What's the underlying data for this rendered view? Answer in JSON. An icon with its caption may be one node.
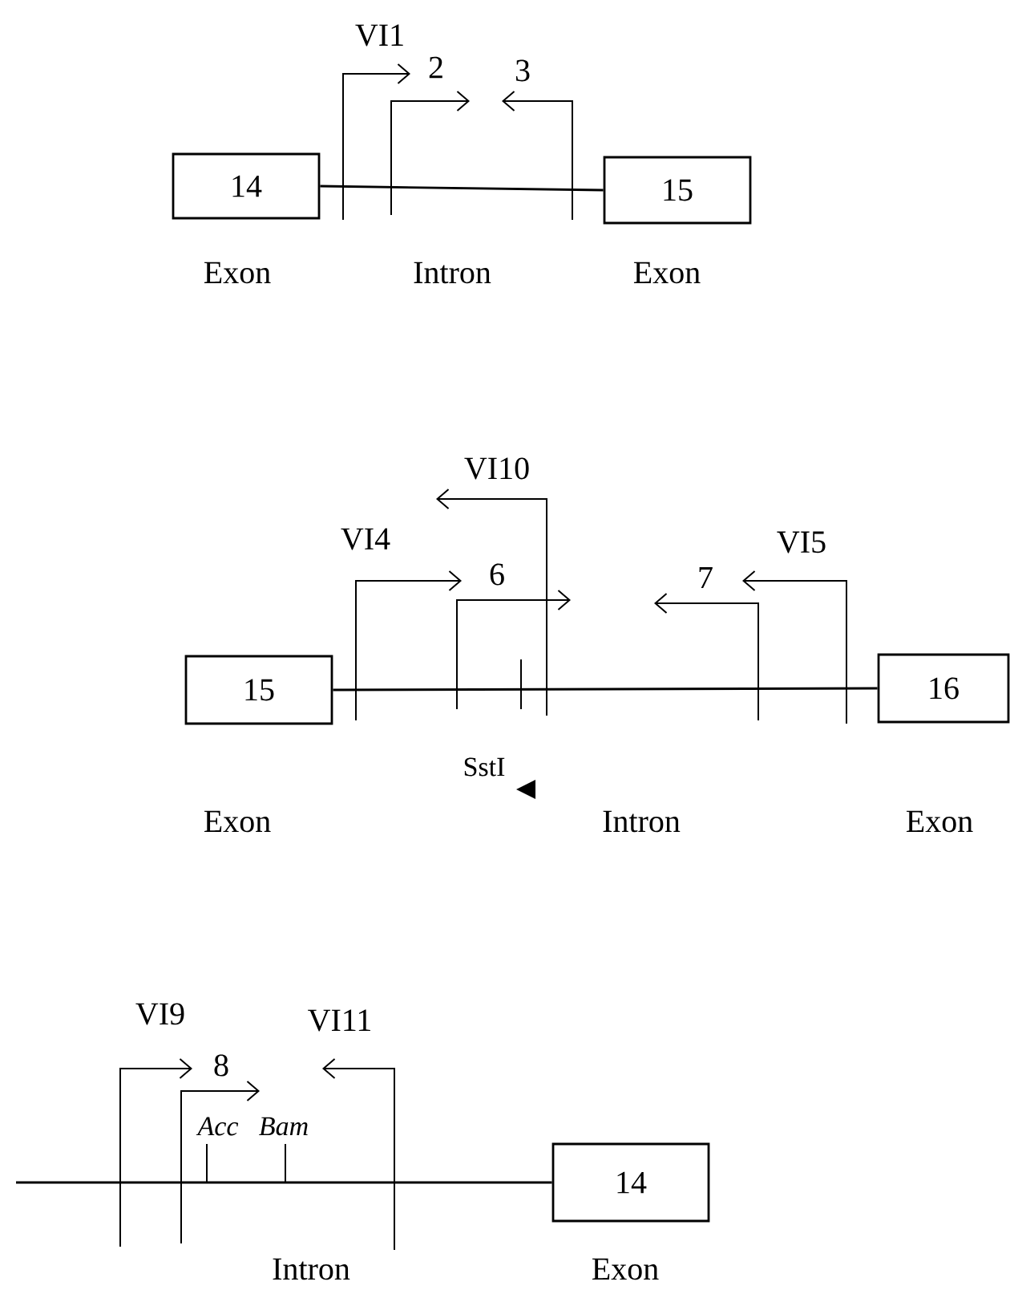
{
  "diagram": {
    "nodes": [
      {
        "text": [
          "14"
        ]
      },
      {
        "text": [
          "15"
        ]
      },
      {
        "text": [
          "15"
        ]
      },
      {
        "text": [
          "16"
        ]
      },
      {
        "text": [
          "14"
        ]
      }
    ],
    "edges": [
      {
        "from": 0,
        "to": 1,
        "arrow": "none"
      },
      {
        "from": 2,
        "to": 3,
        "arrow": "none"
      },
      {
        "from": null,
        "to": 4,
        "arrow": "none"
      }
    ],
    "labels": [
      "VI1",
      "2",
      "3",
      "Exon",
      "Intron",
      "Exon",
      "VI10",
      "VI4",
      "6",
      "7",
      "VI5",
      "SstI",
      "Exon",
      "Intron",
      "Exon",
      "VI9",
      "8",
      "VI11",
      "Acc",
      "Bam",
      "Intron",
      "Exon"
    ]
  }
}
